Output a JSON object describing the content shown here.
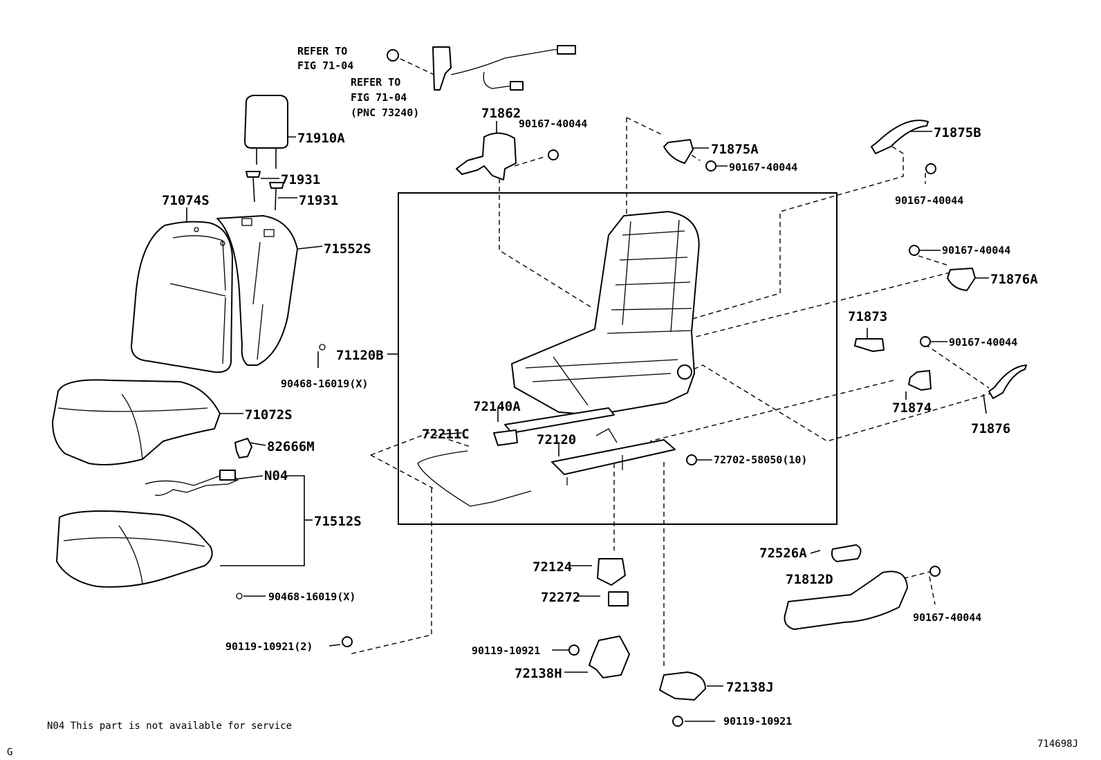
{
  "refer_1": {
    "line1": "REFER TO",
    "line2": "FIG 71-04"
  },
  "refer_2": {
    "line1": "REFER TO",
    "line2": "FIG 71-04",
    "line3": "(PNC 73240)"
  },
  "parts": {
    "p71862": "71862",
    "p90167_a": "90167-40044",
    "p71875A": "71875A",
    "p90167_b": "90167-40044",
    "p71875B": "71875B",
    "p90167_c": "90167-40044",
    "p71910A": "71910A",
    "p71931_a": "71931",
    "p71931_b": "71931",
    "p71074S": "71074S",
    "p71552S": "71552S",
    "p90167_d": "90167-40044",
    "p71876A": "71876A",
    "p71873": "71873",
    "p90167_e": "90167-40044",
    "p71120B": "71120B",
    "p90468_a": "90468-16019(X)",
    "p71072S": "71072S",
    "p72140A": "72140A",
    "p72211C": "72211C",
    "p72120": "72120",
    "p71874": "71874",
    "p71876": "71876",
    "p82666M": "82666M",
    "pN04": "N04",
    "p72702": "72702-58050(10)",
    "p71512S": "71512S",
    "p72526A": "72526A",
    "p71812D": "71812D",
    "p72124": "72124",
    "p72272": "72272",
    "p90167_f": "90167-40044",
    "p90468_b": "90468-16019(X)",
    "p90119_a": "90119-10921(2)",
    "p90119_b": "90119-10921",
    "p72138H": "72138H",
    "p72138J": "72138J",
    "p90119_c": "90119-10921"
  },
  "footnote": "N04  This part is not available for service",
  "corner_letter": "G",
  "figure_number": "714698J"
}
